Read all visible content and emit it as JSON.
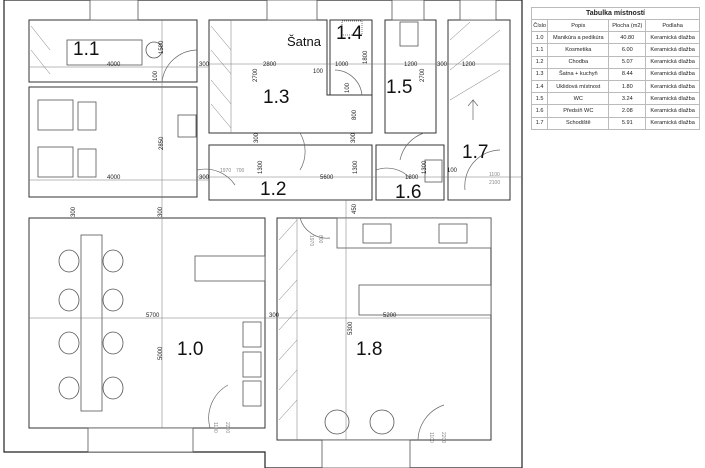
{
  "plan": {
    "rooms": [
      {
        "id": "1.1"
      },
      {
        "id": "1.3"
      },
      {
        "id": "Šatna"
      },
      {
        "id": "1.4"
      },
      {
        "id": "1.5"
      },
      {
        "id": "1.7"
      },
      {
        "id": "1.2"
      },
      {
        "id": "1.6"
      },
      {
        "id": "1.0"
      },
      {
        "id": "1.8"
      }
    ],
    "dimensions": [
      "4000",
      "1500",
      "100",
      "300",
      "4000",
      "2850",
      "300",
      "300",
      "300",
      "2800",
      "2700",
      "100",
      "1000",
      "1800",
      "100",
      "800",
      "300",
      "300",
      "1200",
      "2700",
      "300",
      "1200",
      "1300",
      "5600",
      "1300",
      "1800",
      "1300",
      "100",
      "450",
      "5700",
      "5000",
      "300",
      "5300",
      "5200"
    ],
    "door_labels": [
      "1970",
      "700",
      "1100",
      "2100",
      "1100",
      "2200",
      "1100",
      "2200",
      "1970",
      "800"
    ]
  },
  "table": {
    "title": "Tabulka místností",
    "headers": [
      "Číslo",
      "Popis",
      "Plocha (m2)",
      "Podlaha"
    ],
    "rows": [
      [
        "1.0",
        "Manikúra a pedikúra",
        "40.80",
        "Keramická dlažba"
      ],
      [
        "1.1",
        "Kosmetika",
        "6.00",
        "Keramická dlažba"
      ],
      [
        "1.2",
        "Chodba",
        "5.07",
        "Keramická dlažba"
      ],
      [
        "1.3",
        "Šatna + kuchyň",
        "8.44",
        "Keramická dlažba"
      ],
      [
        "1.4",
        "Uklidová místnost",
        "1.80",
        "Keramická dlažba"
      ],
      [
        "1.5",
        "WC",
        "3.24",
        "Keramická dlažba"
      ],
      [
        "1.6",
        "Předsíň WC",
        "2.08",
        "Keramická dlažba"
      ],
      [
        "1.7",
        "Schodiště",
        "5.91",
        "Keramická dlažba"
      ]
    ]
  }
}
